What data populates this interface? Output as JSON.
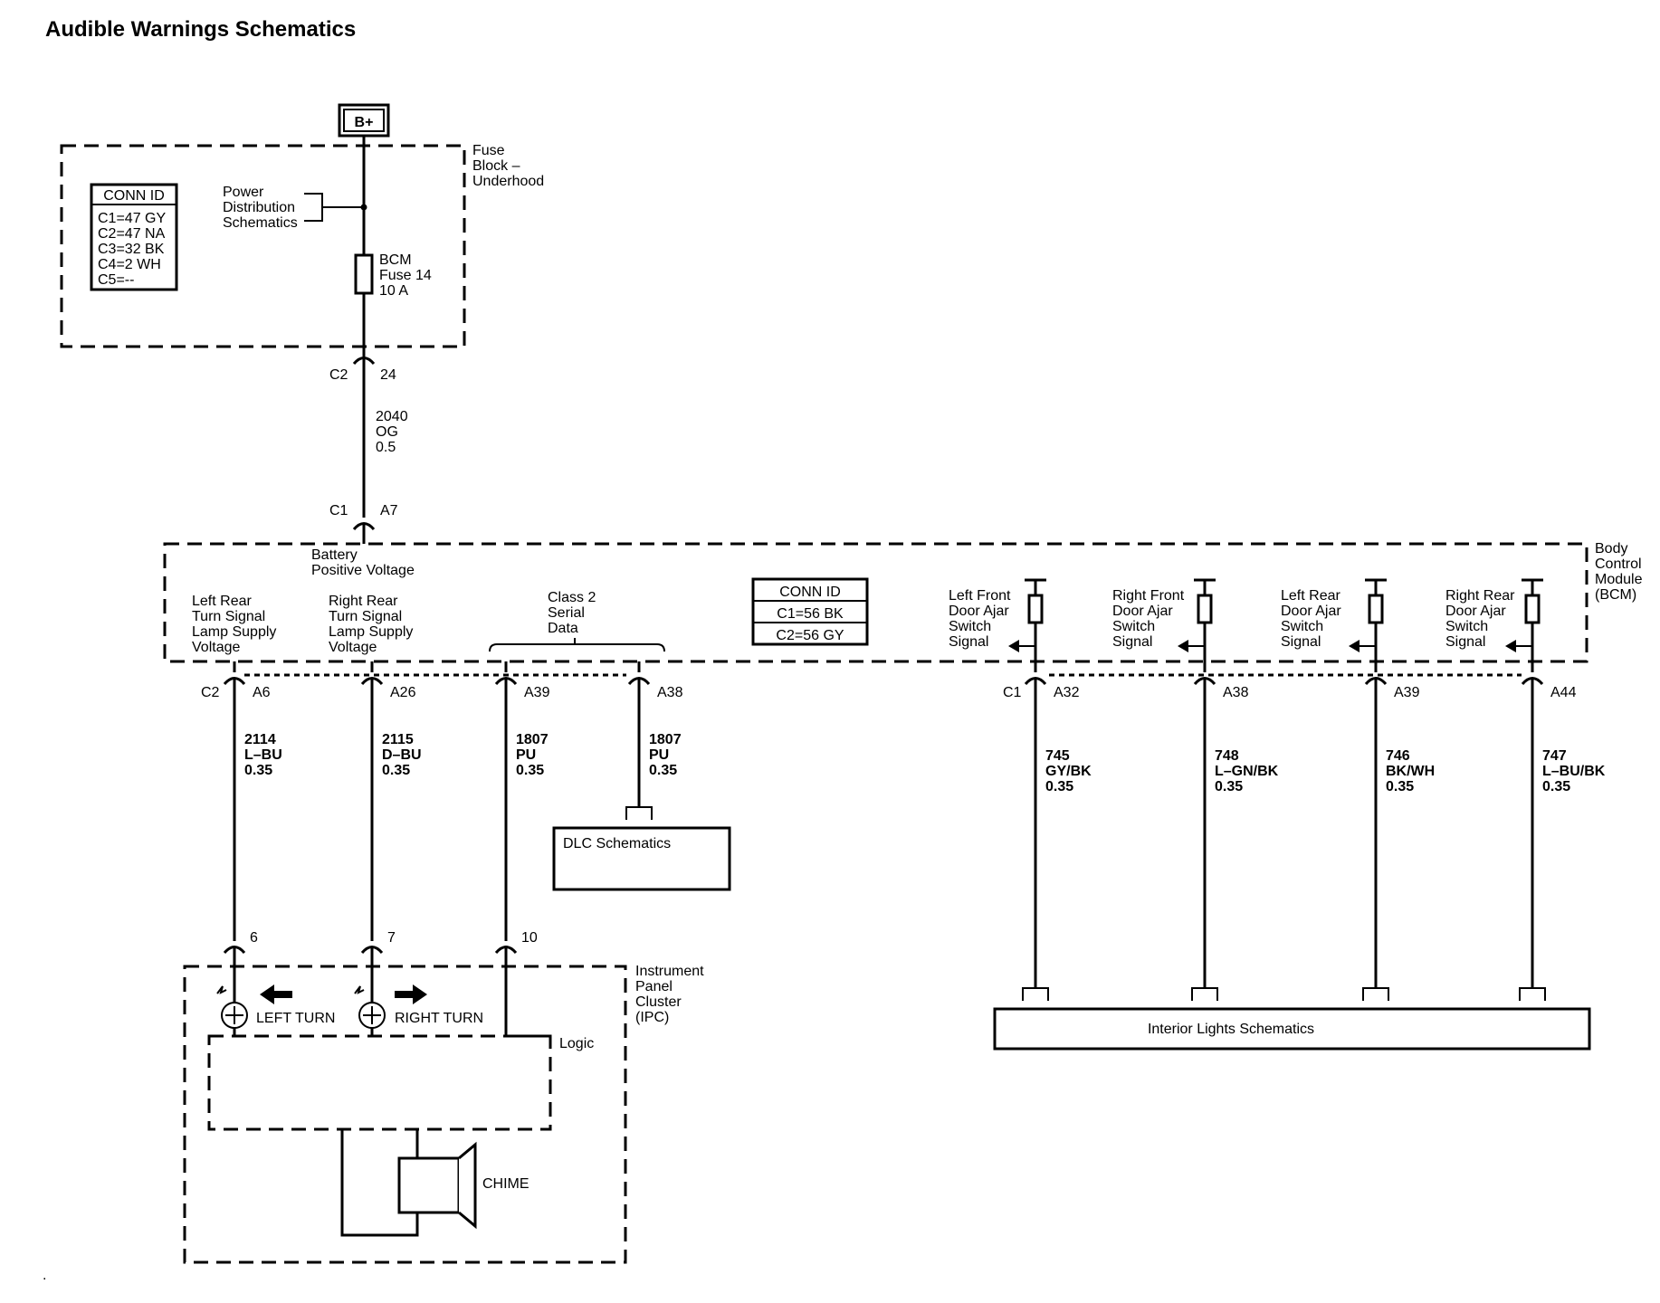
{
  "title": "Audible Warnings Schematics",
  "supply": {
    "label": "B+"
  },
  "fuse_block": {
    "name_lines": [
      "Fuse",
      "Block –",
      "Underhood"
    ],
    "conn_id": {
      "heading": "CONN ID",
      "lines": [
        "C1=47 GY",
        "C2=47 NA",
        "C3=32 BK",
        "C4=2 WH",
        "C5=--"
      ]
    },
    "power_ref_lines": [
      "Power",
      "Distribution",
      "Schematics"
    ],
    "fuse_lines": [
      "BCM",
      "Fuse 14",
      "10 A"
    ]
  },
  "feed_wire": {
    "top_conn": "C2",
    "top_pin": "24",
    "circuit": "2040",
    "color": "OG",
    "gauge": "0.5",
    "bot_conn": "C1",
    "bot_pin": "A7"
  },
  "bcm": {
    "name_lines": [
      "Body",
      "Control",
      "Module",
      "(BCM)"
    ],
    "battery_lines": [
      "Battery",
      "Positive Voltage"
    ],
    "lr_turn_lines": [
      "Left Rear",
      "Turn Signal",
      "Lamp Supply",
      "Voltage"
    ],
    "rr_turn_lines": [
      "Right Rear",
      "Turn Signal",
      "Lamp Supply",
      "Voltage"
    ],
    "class2_lines": [
      "Class 2",
      "Serial",
      "Data"
    ],
    "conn_id": {
      "heading": "CONN ID",
      "lines": [
        "C1=56 BK",
        "C2=56 GY"
      ]
    },
    "door_switches": [
      {
        "lines": [
          "Left Front",
          "Door Ajar",
          "Switch",
          "Signal"
        ]
      },
      {
        "lines": [
          "Right Front",
          "Door Ajar",
          "Switch",
          "Signal"
        ]
      },
      {
        "lines": [
          "Left Rear",
          "Door Ajar",
          "Switch",
          "Signal"
        ]
      },
      {
        "lines": [
          "Right Rear",
          "Door Ajar",
          "Switch",
          "Signal"
        ]
      }
    ]
  },
  "left_connectors": {
    "conn": "C2",
    "pins": [
      "A6",
      "A26",
      "A39",
      "A38"
    ]
  },
  "right_connectors": {
    "conn": "C1",
    "pins": [
      "A32",
      "A38",
      "A39",
      "A44"
    ]
  },
  "left_wires": [
    {
      "circuit": "2114",
      "color": "L–BU",
      "gauge": "0.35"
    },
    {
      "circuit": "2115",
      "color": "D–BU",
      "gauge": "0.35"
    },
    {
      "circuit": "1807",
      "color": "PU",
      "gauge": "0.35"
    },
    {
      "circuit": "1807",
      "color": "PU",
      "gauge": "0.35"
    }
  ],
  "right_wires": [
    {
      "circuit": "745",
      "color": "GY/BK",
      "gauge": "0.35"
    },
    {
      "circuit": "748",
      "color": "L–GN/BK",
      "gauge": "0.35"
    },
    {
      "circuit": "746",
      "color": "BK/WH",
      "gauge": "0.35"
    },
    {
      "circuit": "747",
      "color": "L–BU/BK",
      "gauge": "0.35"
    }
  ],
  "dlc": {
    "label": "DLC Schematics"
  },
  "interior": {
    "label": "Interior Lights Schematics"
  },
  "ipc": {
    "name_lines": [
      "Instrument",
      "Panel",
      "Cluster",
      "(IPC)"
    ],
    "pins": [
      "6",
      "7",
      "10"
    ],
    "left_turn": "LEFT TURN",
    "right_turn": "RIGHT TURN",
    "logic": "Logic",
    "chime": "CHIME"
  }
}
